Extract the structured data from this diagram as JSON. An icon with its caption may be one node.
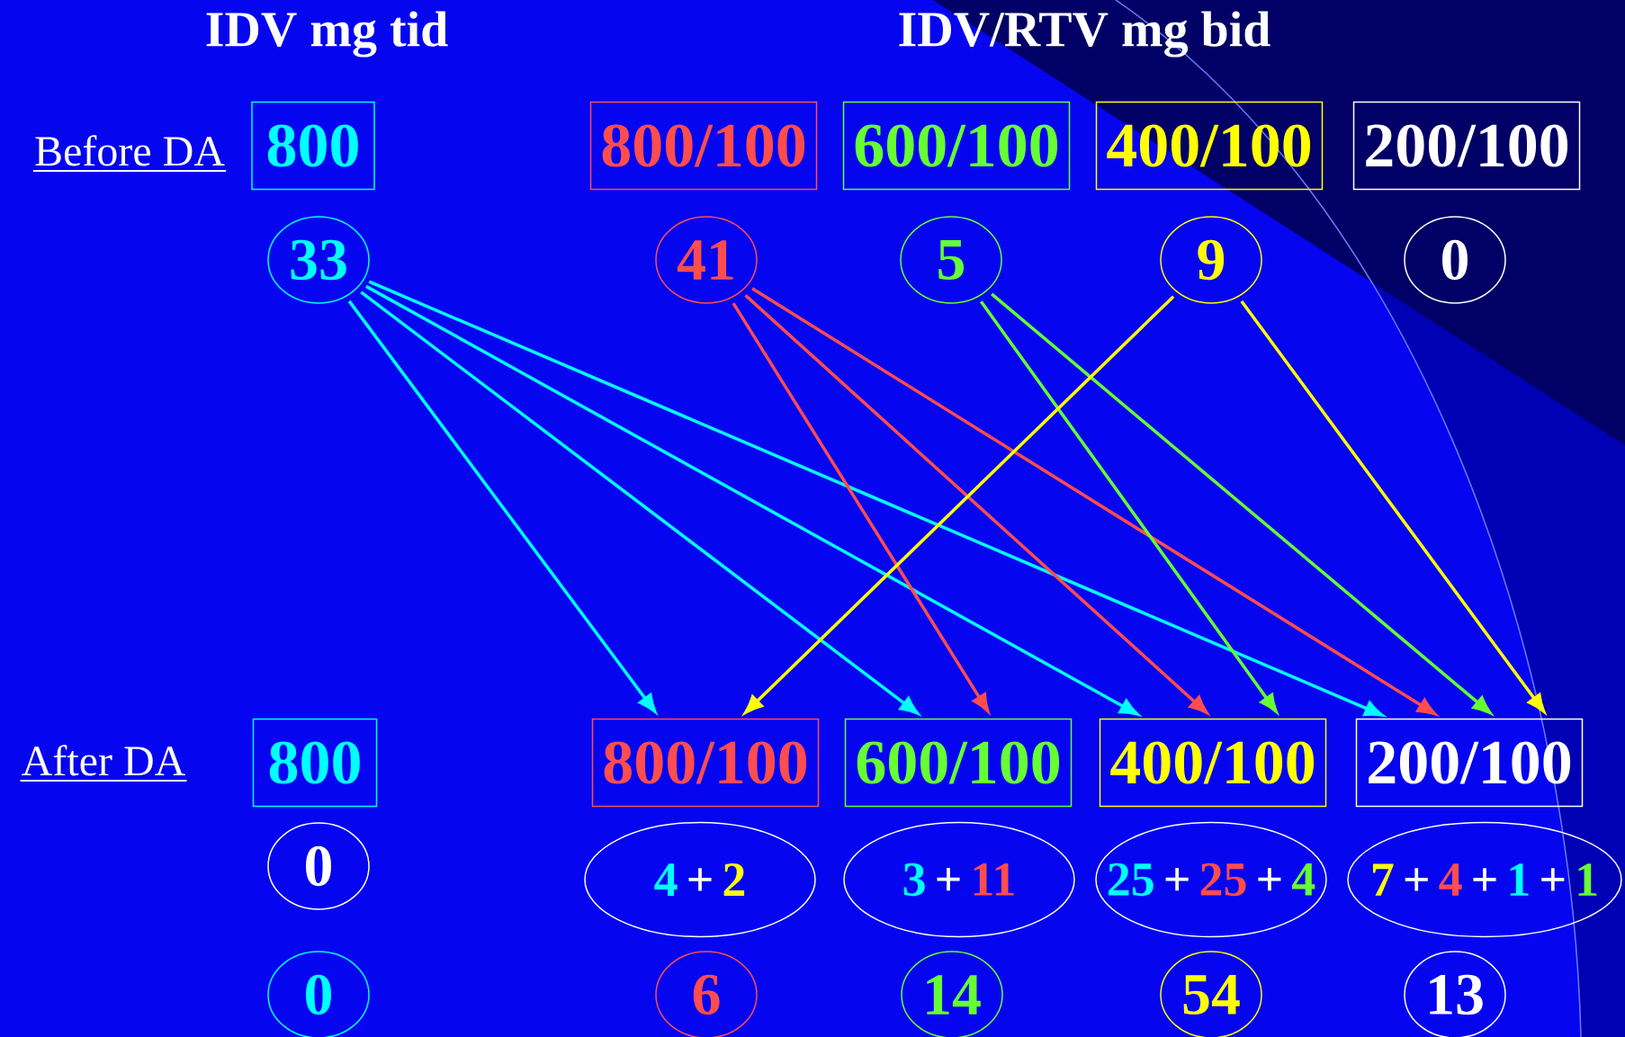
{
  "diagram": {
    "nodes": [
      {
        "text": [
          "800"
        ]
      },
      {
        "text": [
          "800/100"
        ]
      },
      {
        "text": [
          "600/100"
        ]
      },
      {
        "text": [
          "400/100"
        ]
      },
      {
        "text": [
          "200/100"
        ]
      },
      {
        "text": [
          "33"
        ]
      },
      {
        "text": [
          "41"
        ]
      },
      {
        "text": [
          "5"
        ]
      },
      {
        "text": [
          "9"
        ]
      },
      {
        "text": [
          "0"
        ]
      },
      {
        "text": [
          "800"
        ]
      },
      {
        "text": [
          "800/100"
        ]
      },
      {
        "text": [
          "600/100"
        ]
      },
      {
        "text": [
          "400/100"
        ]
      },
      {
        "text": [
          "200/100"
        ]
      },
      {
        "text": [
          "0"
        ]
      },
      {
        "text": [
          "4",
          "+",
          "2"
        ]
      },
      {
        "text": [
          "3",
          "+",
          "11"
        ]
      },
      {
        "text": [
          "25",
          "+",
          "25",
          "+",
          "4"
        ]
      },
      {
        "text": [
          "7",
          "+",
          "4",
          "+",
          "1",
          "+",
          "1"
        ]
      },
      {
        "text": [
          "0"
        ]
      },
      {
        "text": [
          "6"
        ]
      },
      {
        "text": [
          "14"
        ]
      },
      {
        "text": [
          "54"
        ]
      },
      {
        "text": [
          "13"
        ]
      }
    ],
    "edges": [
      {
        "from": 5,
        "to": 11,
        "arrow": "to"
      },
      {
        "from": 5,
        "to": 12,
        "arrow": "to"
      },
      {
        "from": 5,
        "to": 13,
        "arrow": "to"
      },
      {
        "from": 5,
        "to": 14,
        "arrow": "to"
      },
      {
        "from": 6,
        "to": 12,
        "arrow": "to",
        "color": "#ff4d4d"
      },
      {
        "from": 6,
        "to": 13,
        "arrow": "to",
        "color": "#ff4d4d"
      },
      {
        "from": 6,
        "to": 14,
        "arrow": "to",
        "color": "#ff4d4d"
      },
      {
        "from": 7,
        "to": 13,
        "arrow": "to",
        "color": "#66ff33"
      },
      {
        "from": 7,
        "to": 14,
        "arrow": "to",
        "color": "#66ff33"
      },
      {
        "from": 8,
        "to": 11,
        "arrow": "to",
        "color": "#ffff00"
      },
      {
        "from": 8,
        "to": 14,
        "arrow": "to",
        "color": "#ffff00"
      }
    ],
    "labels": [
      "IDV mg tid",
      "IDV/RTV mg bid",
      "Before DA",
      "After DA"
    ]
  }
}
